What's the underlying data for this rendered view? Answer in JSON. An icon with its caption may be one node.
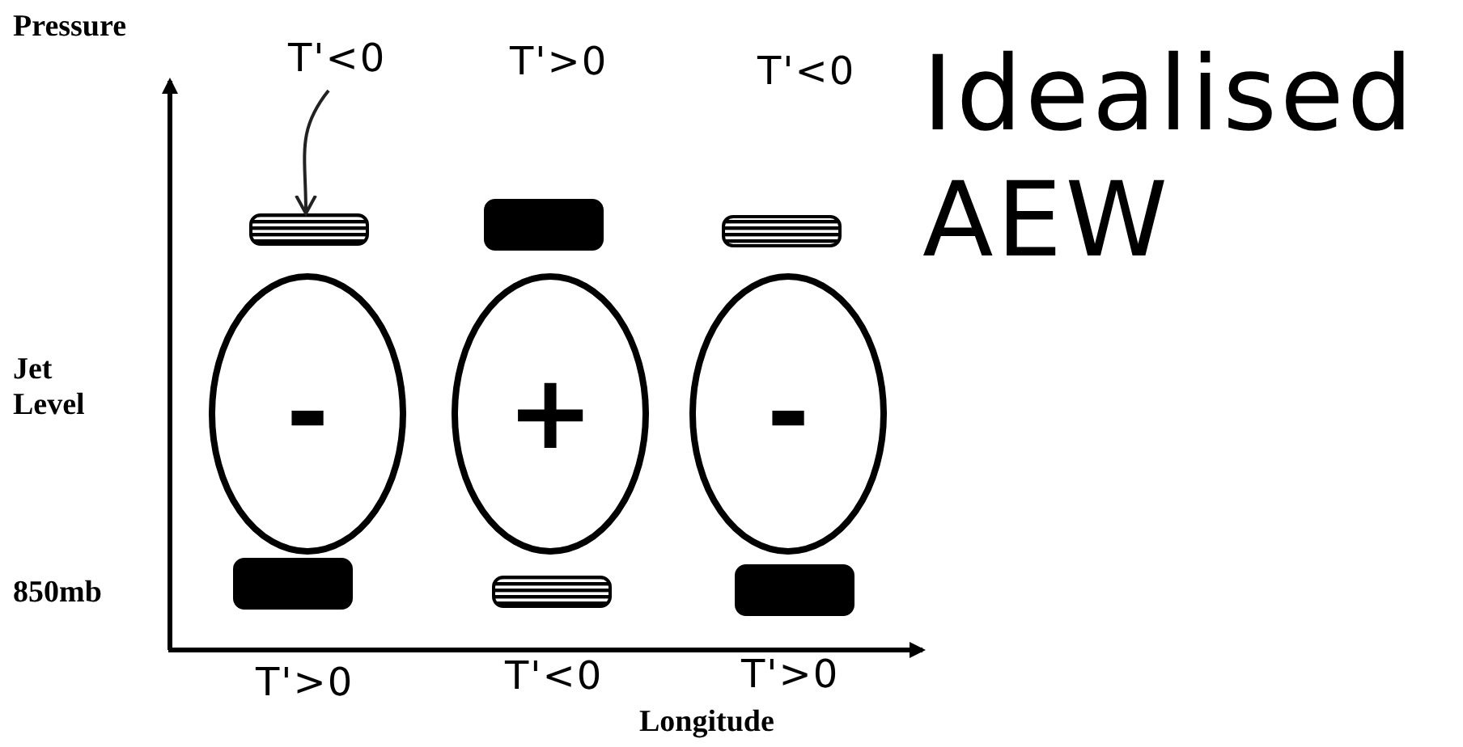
{
  "diagram": {
    "title": "Idealised AEW",
    "nodes": [
      {
        "text": [
          "T'<0"
        ]
      },
      {
        "text": [],
        "shape": "bar"
      },
      {
        "text": [],
        "shape": "bar"
      },
      {
        "text": [],
        "shape": "bar"
      },
      {
        "text": [
          "-"
        ]
      },
      {
        "text": [
          "+"
        ]
      },
      {
        "text": [
          "-"
        ]
      },
      {
        "text": [],
        "shape": "bar"
      },
      {
        "text": [],
        "shape": "bar"
      },
      {
        "text": [],
        "shape": "bar"
      }
    ],
    "edges": [
      {
        "from": 0,
        "to": 1,
        "arrow": "to"
      }
    ],
    "labels": [
      "Pressure",
      "T'>0",
      "T'<0",
      "Jet Level",
      "850mb",
      "T'>0",
      "T'<0",
      "T'>0",
      "Longitude"
    ]
  }
}
